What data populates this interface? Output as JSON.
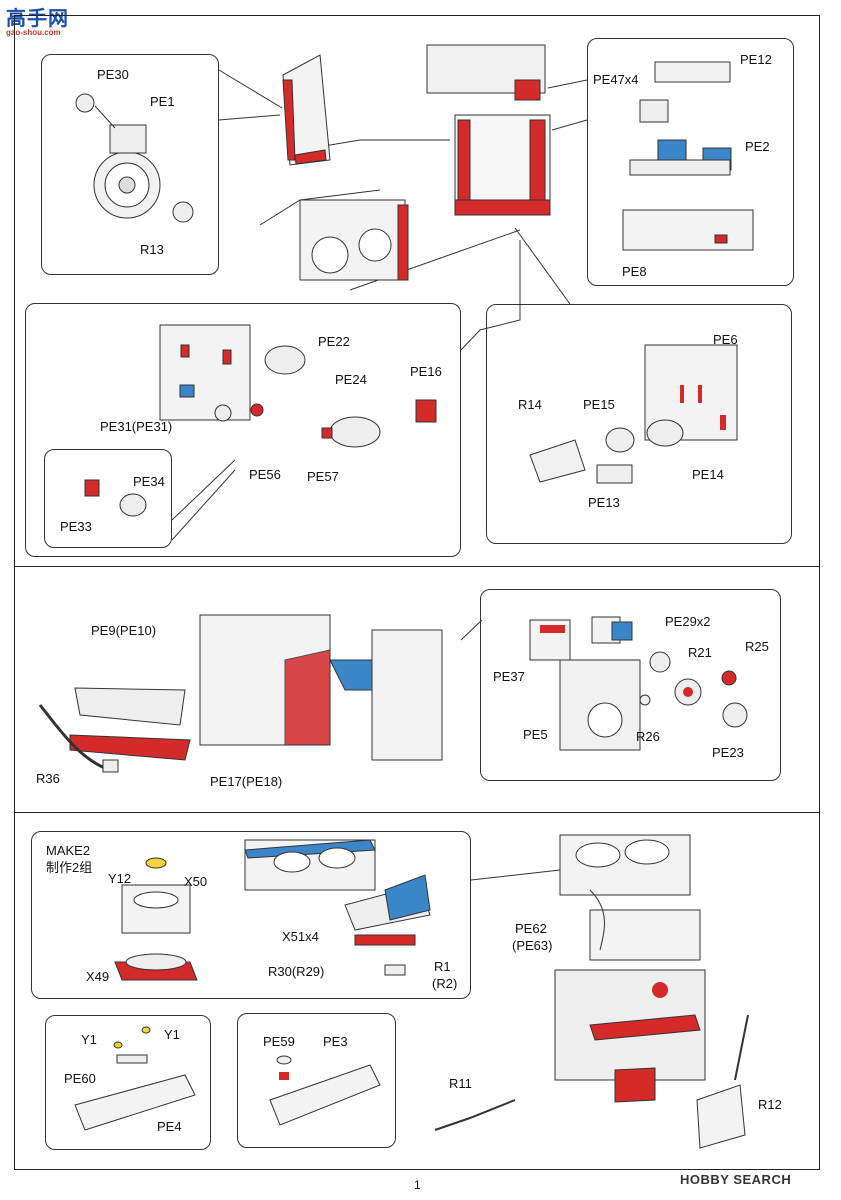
{
  "logo": {
    "site_cn": "高手网",
    "url": "gao-shou.com"
  },
  "page_number": "1",
  "watermark": "HOBBY SEARCH",
  "colors": {
    "red": "#d42a2a",
    "blue": "#3a86c8",
    "yellow": "#f3d23c",
    "outline": "#333333",
    "gray": "#e8e8e8"
  },
  "section1": {
    "labels": {
      "pe30": "PE30",
      "pe1": "PE1",
      "r13": "R13",
      "pe12": "PE12",
      "pe47": "PE47x4",
      "pe2": "PE2",
      "pe8": "PE8",
      "pe22": "PE22",
      "pe24": "PE24",
      "pe16": "PE16",
      "pe31": "PE31(PE31)",
      "pe56": "PE56",
      "pe57": "PE57",
      "pe34": "PE34",
      "pe33": "PE33",
      "pe6": "PE6",
      "r14": "R14",
      "pe15": "PE15",
      "pe14": "PE14",
      "pe13": "PE13"
    }
  },
  "section2": {
    "labels": {
      "pe9": "PE9(PE10)",
      "r36": "R36",
      "pe17": "PE17(PE18)",
      "pe29": "PE29x2",
      "pe37": "PE37",
      "r21": "R21",
      "r25": "R25",
      "pe5": "PE5",
      "r26": "R26",
      "pe23": "PE23"
    }
  },
  "section3": {
    "make_note": "MAKE2",
    "make_note_cn": "制作2组",
    "labels": {
      "y12": "Y12",
      "x50": "X50",
      "x49": "X49",
      "x51": "X51x4",
      "r30": "R30(R29)",
      "r1": "R1",
      "r2": "(R2)",
      "pe62": "PE62",
      "pe63": "(PE63)",
      "r11": "R11",
      "r12": "R12",
      "y1a": "Y1",
      "y1b": "Y1",
      "pe60": "PE60",
      "pe4": "PE4",
      "pe59": "PE59",
      "pe3": "PE3"
    }
  }
}
